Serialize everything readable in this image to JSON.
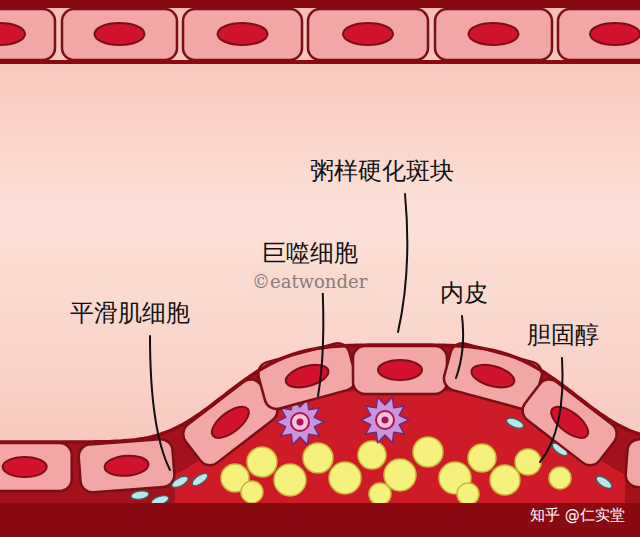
{
  "diagram": {
    "labels": [
      "粥样硬化斑块",
      "巨噬细胞",
      "©eatwonder",
      "平滑肌细胞",
      "内皮",
      "胆固醇",
      "知乎 @仁实堂"
    ]
  }
}
